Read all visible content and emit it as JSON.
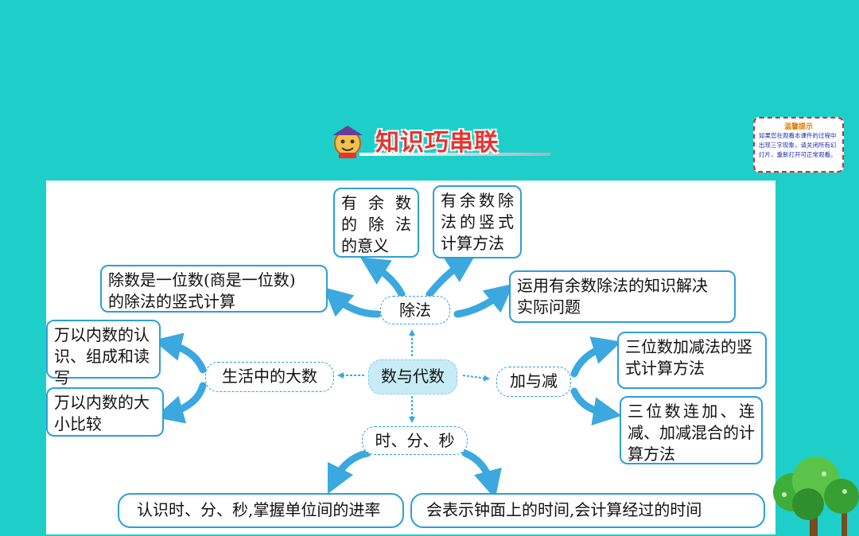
{
  "header": {
    "title": "知识巧串联"
  },
  "tip": {
    "title": "温馨提示",
    "body": "如果您在观看本课件的过程中出现三字现象，请关闭所有幻灯片，重新打开可正常观看。"
  },
  "colors": {
    "background": "#1ecfc9",
    "border": "#2e9fd8",
    "arrow": "#3ba8e0",
    "title": "#e8332e"
  },
  "diagram": {
    "center": "数与代数",
    "division": {
      "label": "除法",
      "meaning": [
        "有 余 数",
        "的 除 法",
        "的意义"
      ],
      "vertical": [
        "有余数除",
        "法的竖式",
        "计算方法"
      ],
      "one_digit": [
        "除数是一位数(商是一位数)",
        "的除法的竖式计算"
      ],
      "apply": [
        "运用有余数除法的知识解决",
        "实际问题"
      ]
    },
    "big_numbers": {
      "label": "生活中的大数",
      "recognize": [
        "万以内数的认",
        "识、组成和读写"
      ],
      "compare": [
        "万以内数的大",
        "小比较"
      ]
    },
    "add_sub": {
      "label": "加与减",
      "vertical": [
        "三位数加减法的竖",
        "式计算方法"
      ],
      "mixed": [
        "三位数连加、连",
        "减、加减混合的计",
        "算方法"
      ]
    },
    "time": {
      "label": "时、分、秒",
      "units": "认识时、分、秒,掌握单位间的进率",
      "clock": "会表示钟面上的时间,会计算经过的时间"
    }
  }
}
